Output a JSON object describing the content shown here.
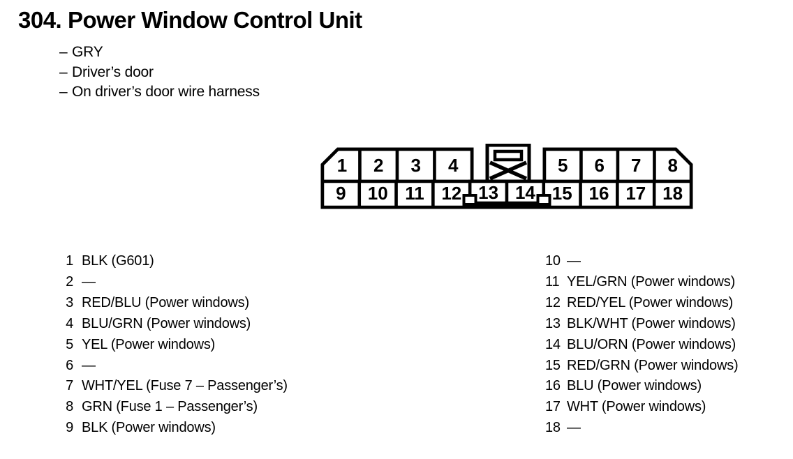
{
  "page": {
    "section_number": "304.",
    "title": "Power Window Control Unit",
    "notes": [
      {
        "bullet": "–",
        "text": "GRY"
      },
      {
        "bullet": "–",
        "text": "Driver’s door"
      },
      {
        "bullet": "–",
        "text": "On driver’s door wire harness"
      }
    ]
  },
  "connector": {
    "description": "18-pin connector, front view, blocked keyway cavity between pins 4 and 5",
    "top_left_pins": [
      "1",
      "2",
      "3",
      "4"
    ],
    "top_right_pins": [
      "5",
      "6",
      "7",
      "8"
    ],
    "bottom_pins": [
      "9",
      "10",
      "11",
      "12",
      "13",
      "14",
      "15",
      "16",
      "17",
      "18"
    ]
  },
  "pinout": {
    "left": [
      {
        "pin": "1",
        "desc": "BLK (G601)"
      },
      {
        "pin": "2",
        "desc": "—"
      },
      {
        "pin": "3",
        "desc": "RED/BLU (Power windows)"
      },
      {
        "pin": "4",
        "desc": "BLU/GRN (Power windows)"
      },
      {
        "pin": "5",
        "desc": "YEL (Power windows)"
      },
      {
        "pin": "6",
        "desc": "—"
      },
      {
        "pin": "7",
        "desc": "WHT/YEL (Fuse 7 – Passenger’s)"
      },
      {
        "pin": "8",
        "desc": "GRN (Fuse 1 – Passenger’s)"
      },
      {
        "pin": "9",
        "desc": "BLK (Power windows)"
      }
    ],
    "right": [
      {
        "pin": "10",
        "desc": "—"
      },
      {
        "pin": "11",
        "desc": "YEL/GRN (Power windows)"
      },
      {
        "pin": "12",
        "desc": "RED/YEL (Power windows)"
      },
      {
        "pin": "13",
        "desc": "BLK/WHT (Power windows)"
      },
      {
        "pin": "14",
        "desc": "BLU/ORN (Power windows)"
      },
      {
        "pin": "15",
        "desc": "RED/GRN (Power windows)"
      },
      {
        "pin": "16",
        "desc": "BLU (Power windows)"
      },
      {
        "pin": "17",
        "desc": "WHT (Power windows)"
      },
      {
        "pin": "18",
        "desc": "—"
      }
    ]
  },
  "colors": {
    "ink": "#000000",
    "paper": "#ffffff"
  }
}
